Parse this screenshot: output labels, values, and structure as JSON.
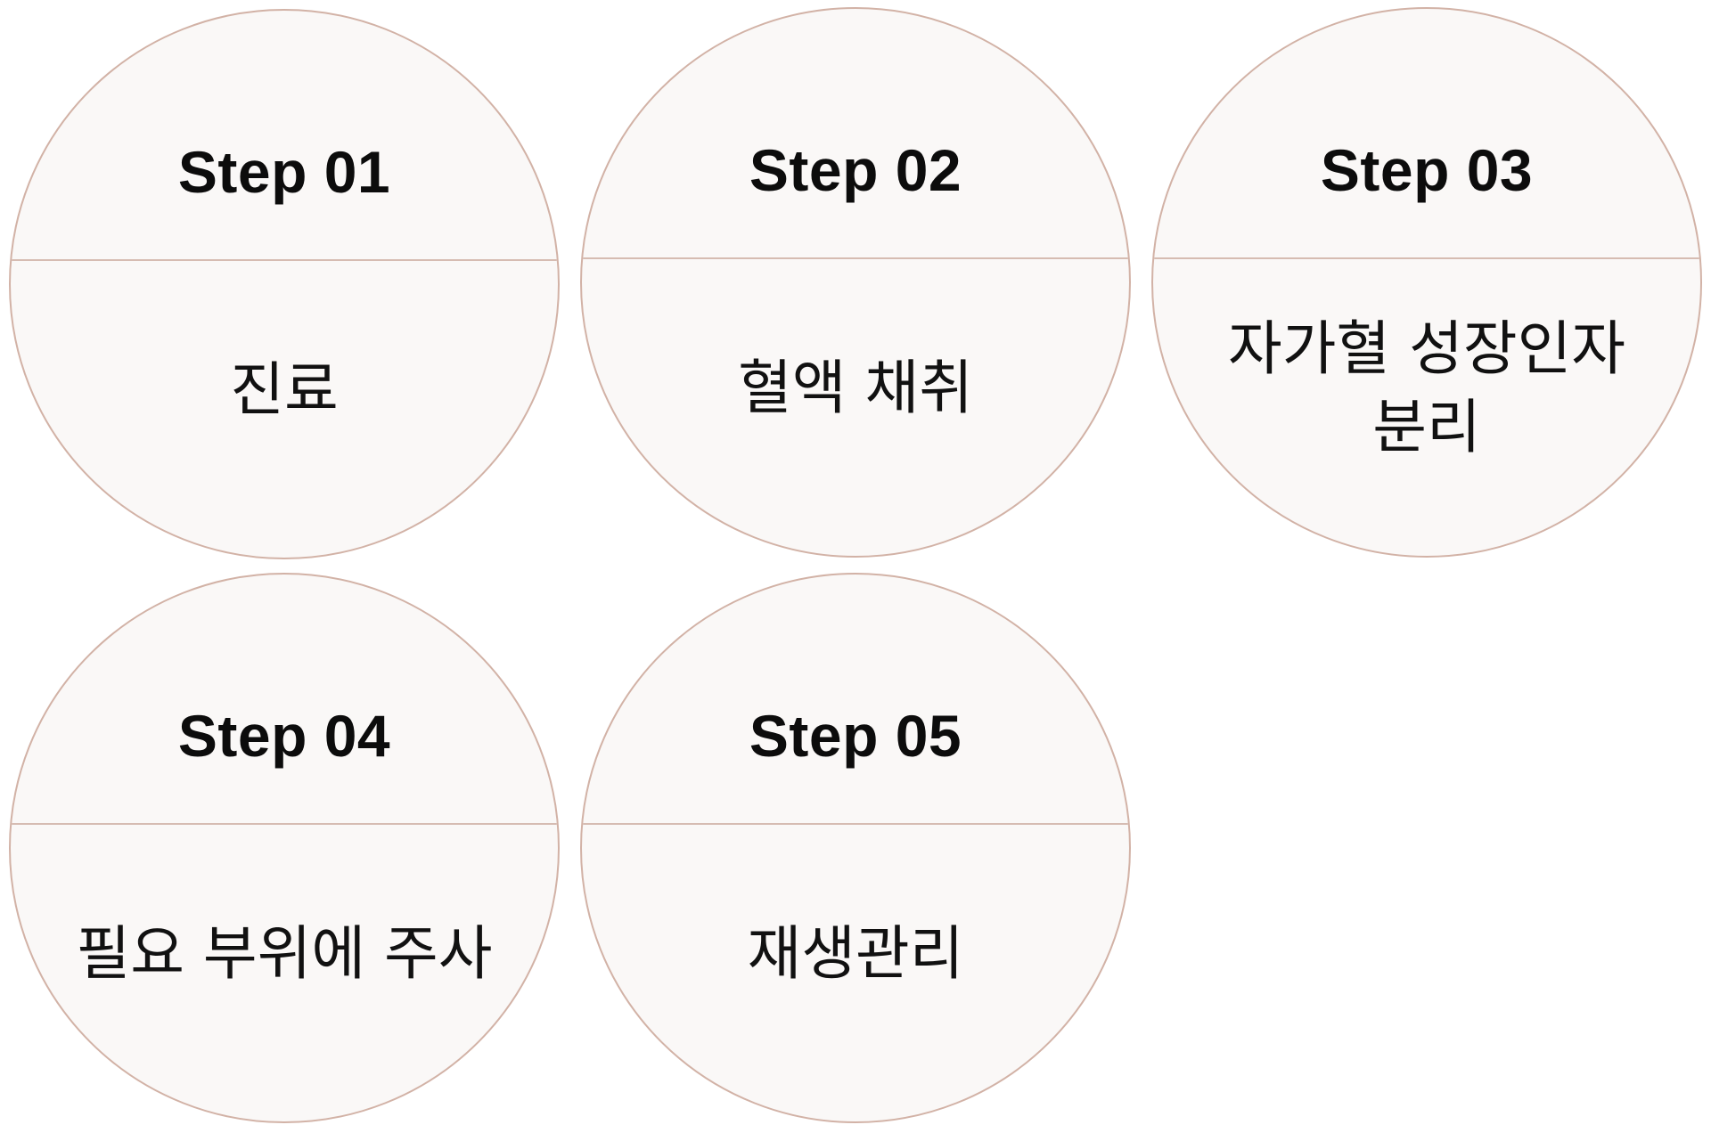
{
  "steps": [
    {
      "title": "Step 01",
      "description": "진료"
    },
    {
      "title": "Step 02",
      "description": "혈액 채취"
    },
    {
      "title": "Step 03",
      "description": "자가혈 성장인자 분리"
    },
    {
      "title": "Step 04",
      "description": "필요 부위에 주사"
    },
    {
      "title": "Step 05",
      "description": "재생관리"
    }
  ],
  "colors": {
    "circle_fill": "#faf8f7",
    "circle_border": "#d2b2a6",
    "divider": "#d6bcb2",
    "text": "#0c0c0c"
  }
}
